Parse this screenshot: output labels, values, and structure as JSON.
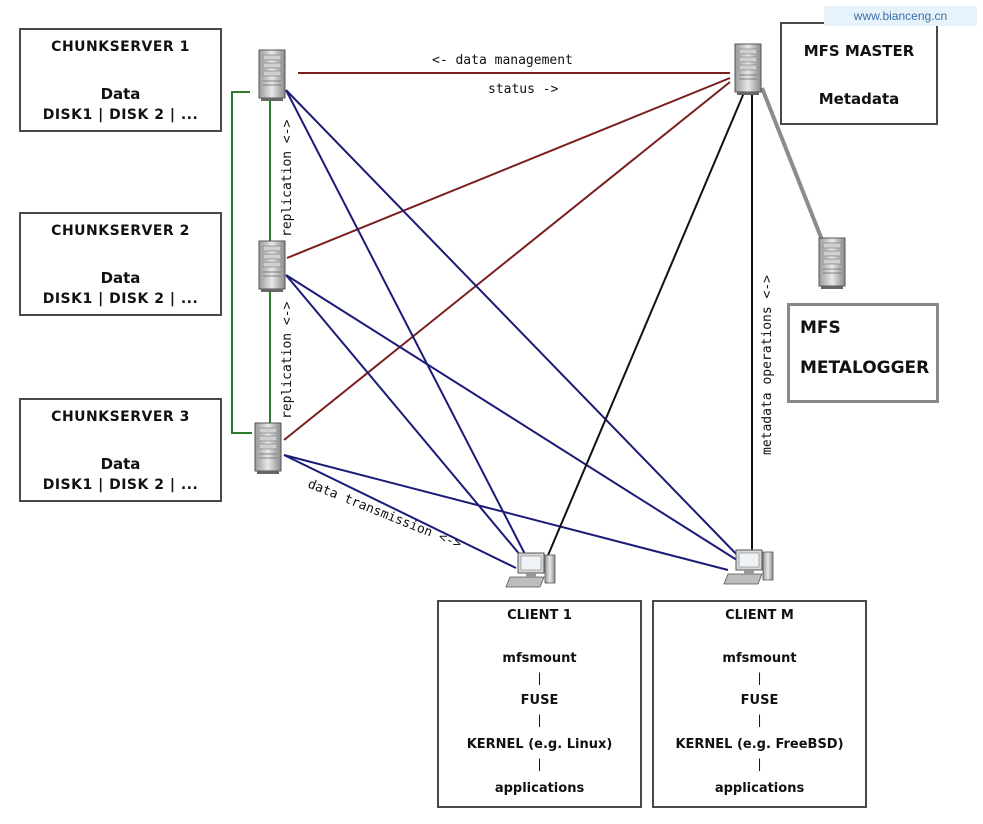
{
  "watermark": "www.bianceng.cn",
  "chunkservers": [
    {
      "title": "CHUNKSERVER 1",
      "data_label": "Data",
      "disks": "DISK1 | DISK 2 | ..."
    },
    {
      "title": "CHUNKSERVER 2",
      "data_label": "Data",
      "disks": "DISK1 | DISK 2 | ..."
    },
    {
      "title": "CHUNKSERVER 3",
      "data_label": "Data",
      "disks": "DISK1 | DISK 2 | ..."
    }
  ],
  "master": {
    "title": "MFS MASTER",
    "subtitle": "Metadata"
  },
  "metalogger": {
    "line1": "MFS",
    "line2": "METALOGGER"
  },
  "clients": [
    {
      "title": "CLIENT 1",
      "stack": [
        "mfsmount",
        "FUSE",
        "KERNEL (e.g. Linux)",
        "applications"
      ],
      "pipe": "|"
    },
    {
      "title": "CLIENT M",
      "stack": [
        "mfsmount",
        "FUSE",
        "KERNEL (e.g. FreeBSD)",
        "applications"
      ],
      "pipe": "|"
    }
  ],
  "edge_labels": {
    "data_management": "<- data management",
    "status": "status ->",
    "replication_1": "replication <->",
    "replication_2": "replication <->",
    "metadata_operations": "metadata operations <->",
    "data_transmission": "data transmission <->"
  },
  "colors": {
    "data_management_line": "#7a1f1f",
    "data_transmission_line": "#1b1b78",
    "metadata_line": "#111111",
    "replication_line": "#2e7d2e",
    "metalogger_line": "#8c8c8c"
  },
  "icons": [
    "server-icon",
    "workstation-icon"
  ]
}
